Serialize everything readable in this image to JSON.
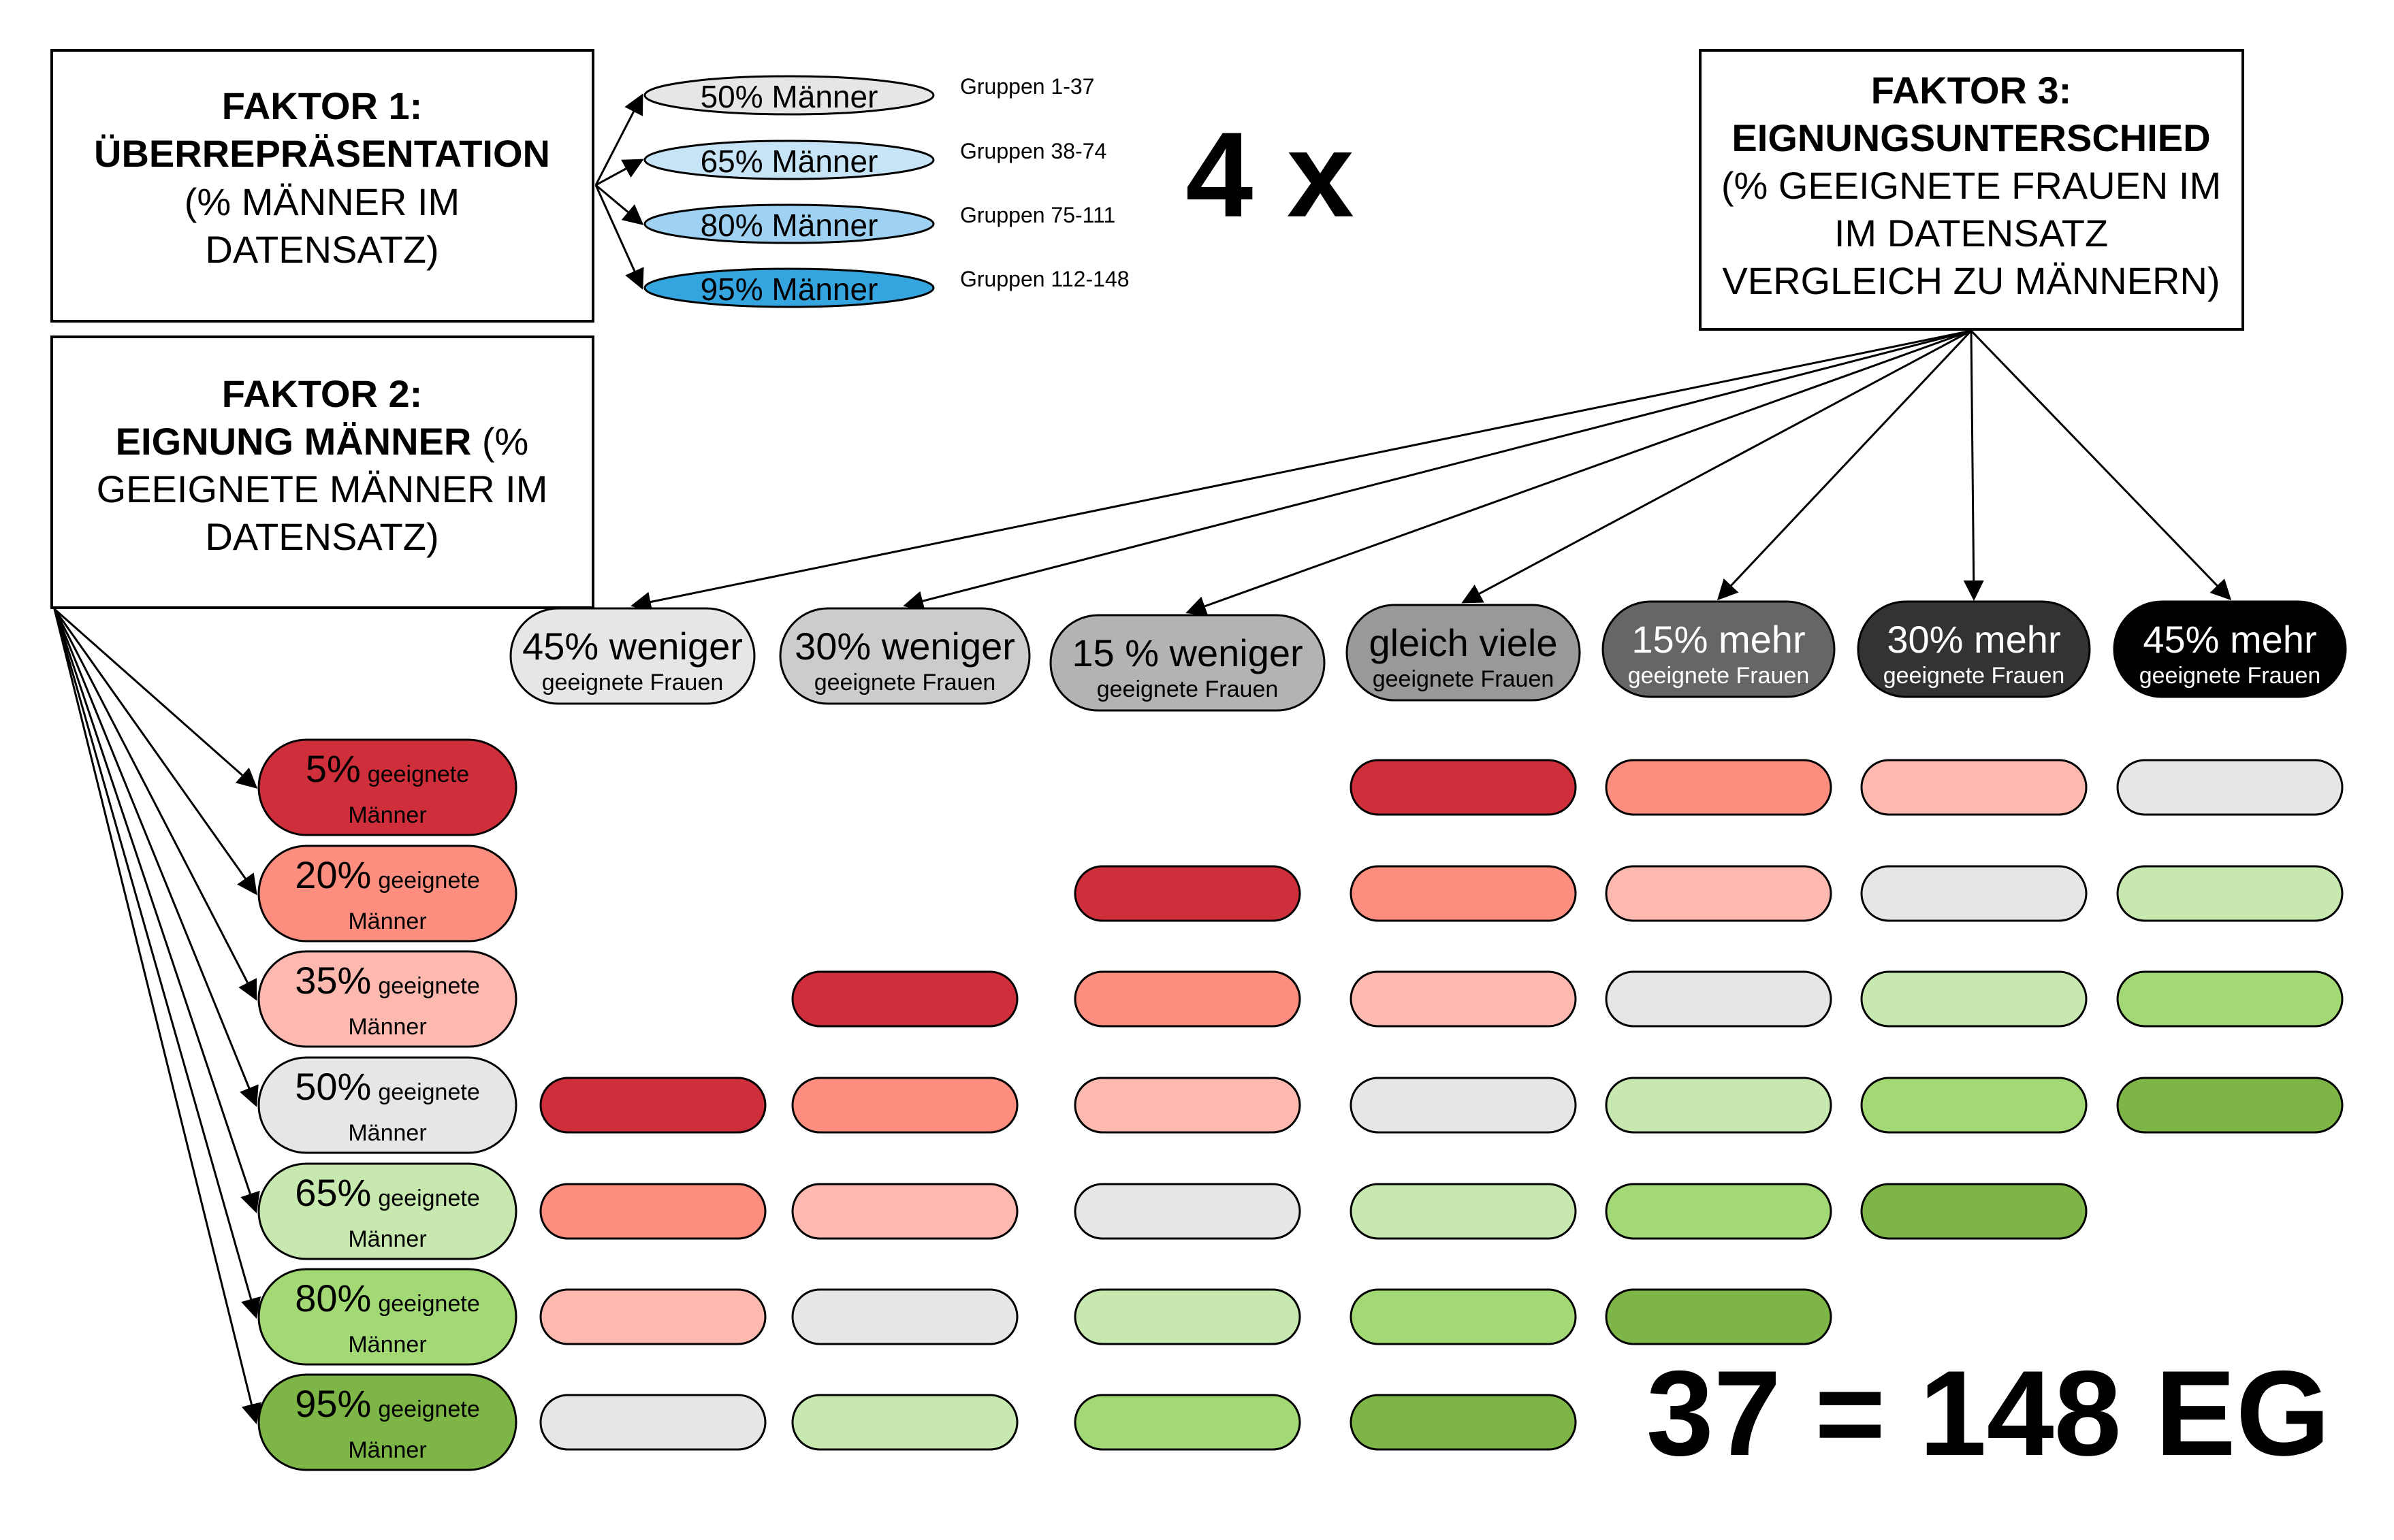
{
  "factor1": {
    "line1": "FAKTOR 1:",
    "line2": "ÜBERREPRÄSENTATION",
    "line3": "(% MÄNNER IM",
    "line4": "DATENSATZ)",
    "options": [
      {
        "label": "50% Männer",
        "groups": "Gruppen 1-37",
        "color": "#e6e6e6"
      },
      {
        "label": "65% Männer",
        "groups": "Gruppen 38-74",
        "color": "#c7e4f7"
      },
      {
        "label": "80% Männer",
        "groups": "Gruppen 75-111",
        "color": "#9fd2f2"
      },
      {
        "label": "95% Männer",
        "groups": "Gruppen 112-148",
        "color": "#35a5e0"
      }
    ]
  },
  "multiplier": "4 x",
  "factor2": {
    "line1": "FAKTOR 2:",
    "line2_bold": "EIGNUNG MÄNNER",
    "line2_rest": " (%",
    "line3": "GEEIGNETE MÄNNER IM",
    "line4": "DATENSATZ)",
    "rows": [
      {
        "pct": "5%",
        "word": "geeignete",
        "sub": "Männer",
        "color": "#cf2f3b"
      },
      {
        "pct": "20%",
        "word": "geeignete",
        "sub": "Männer",
        "color": "#fd8d7e"
      },
      {
        "pct": "35%",
        "word": "geeignete",
        "sub": "Männer",
        "color": "#fdb9b0"
      },
      {
        "pct": "50%",
        "word": "geeignete",
        "sub": "Männer",
        "color": "#e6e6e6"
      },
      {
        "pct": "65%",
        "word": "geeignete",
        "sub": "Männer",
        "color": "#c7e8ae"
      },
      {
        "pct": "80%",
        "word": "geeignete",
        "sub": "Männer",
        "color": "#a3d975"
      },
      {
        "pct": "95%",
        "word": "geeignete",
        "sub": "Männer",
        "color": "#7db547"
      }
    ]
  },
  "factor3": {
    "line1": "FAKTOR 3:",
    "line2": "EIGNUNGSUNTERSCHIED",
    "line3": "(% GEEIGNETE FRAUEN IM",
    "line4": "IM DATENSATZ",
    "line5": "VERGLEICH ZU MÄNNERN)",
    "columns": [
      {
        "main": "45% weniger",
        "sub": "geeignete Frauen",
        "color": "#e6e6e6",
        "text_color": "#000000"
      },
      {
        "main": "30% weniger",
        "sub": "geeignete Frauen",
        "color": "#cccccc",
        "text_color": "#000000"
      },
      {
        "main": "15 % weniger",
        "sub": "geeignete Frauen",
        "color": "#b3b3b3",
        "text_color": "#000000"
      },
      {
        "main": "gleich viele",
        "sub": "geeignete Frauen",
        "color": "#999999",
        "text_color": "#000000"
      },
      {
        "main": "15% mehr",
        "sub": "geeignete Frauen",
        "color": "#666666",
        "text_color": "#ffffff"
      },
      {
        "main": "30% mehr",
        "sub": "geeignete Frauen",
        "color": "#333333",
        "text_color": "#ffffff"
      },
      {
        "main": "45% mehr",
        "sub": "geeignete Frauen",
        "color": "#000000",
        "text_color": "#ffffff"
      }
    ]
  },
  "matrix": [
    [
      null,
      null,
      null,
      0,
      1,
      2,
      3
    ],
    [
      null,
      null,
      0,
      1,
      2,
      3,
      4
    ],
    [
      null,
      0,
      1,
      2,
      3,
      4,
      5
    ],
    [
      0,
      1,
      2,
      3,
      4,
      5,
      6
    ],
    [
      1,
      2,
      3,
      4,
      5,
      6,
      null
    ],
    [
      2,
      3,
      4,
      5,
      6,
      null,
      null
    ],
    [
      3,
      4,
      5,
      6,
      null,
      null,
      null
    ]
  ],
  "total": "37 = 148 EG"
}
